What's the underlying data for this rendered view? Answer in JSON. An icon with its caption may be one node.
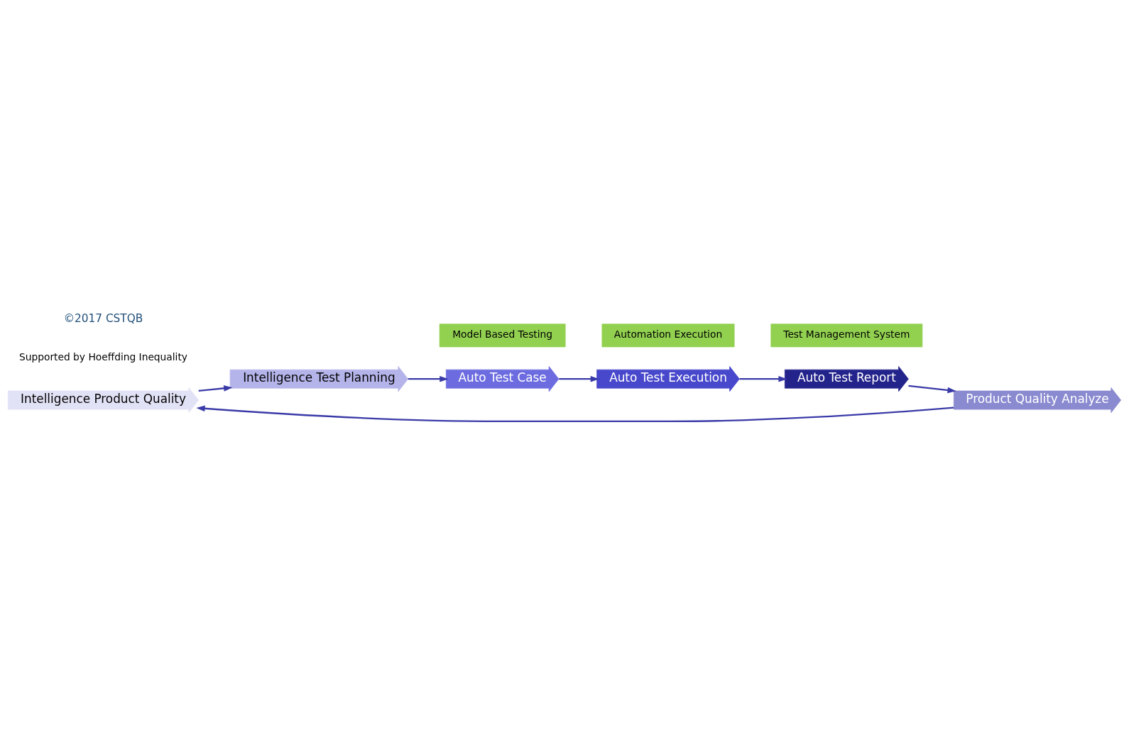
{
  "diagram": {
    "nodes": [
      {
        "text": [
          "Intelligence Product Quality"
        ]
      },
      {
        "text": [
          "Intelligence Test Planning"
        ]
      },
      {
        "text": [
          "Product Quality Analyze"
        ]
      },
      {
        "text": [
          "Auto Test Case"
        ]
      },
      {
        "text": [
          "Auto Test Execution"
        ]
      },
      {
        "text": [
          "Auto Test Report"
        ]
      },
      {
        "text": [
          "Test Management System"
        ]
      },
      {
        "text": [
          "Model Based Testing"
        ]
      },
      {
        "text": [
          "Automation Execution"
        ]
      }
    ],
    "edges": [
      {
        "from": 2,
        "to": 0,
        "arrow": "to"
      },
      {
        "from": 0,
        "to": 1,
        "arrow": "to"
      },
      {
        "from": 1,
        "to": 3,
        "arrow": "to"
      },
      {
        "from": 3,
        "to": 4,
        "arrow": "to"
      },
      {
        "from": 4,
        "to": 5,
        "arrow": "to"
      },
      {
        "from": 5,
        "to": 2,
        "arrow": "to"
      }
    ],
    "labels": [
      "Supported by Hoeffding Inequality",
      "©2017 CSTQB"
    ]
  }
}
